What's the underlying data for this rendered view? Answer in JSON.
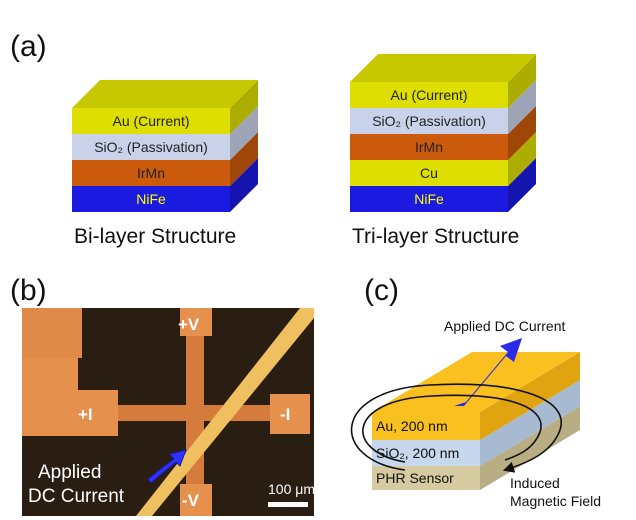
{
  "panel_a": {
    "label": "(a)",
    "bilayer": {
      "caption": "Bi-layer Structure",
      "layers": [
        {
          "label": "Au (Current)",
          "color": "#dede00",
          "text_color": "#222222"
        },
        {
          "label": "SiO₂ (Passivation)",
          "color": "#c8d2e8",
          "text_color": "#222222"
        },
        {
          "label": "IrMn",
          "color": "#cc5a0c",
          "text_color": "#222222"
        },
        {
          "label": "NiFe",
          "color": "#1a1ae0",
          "text_color": "#ffff00"
        }
      ]
    },
    "trilayer": {
      "caption": "Tri-layer Structure",
      "layers": [
        {
          "label": "Au (Current)",
          "color": "#dede00",
          "text_color": "#222222"
        },
        {
          "label": "SiO₂ (Passivation)",
          "color": "#c8d2e8",
          "text_color": "#222222"
        },
        {
          "label": "IrMn",
          "color": "#cc5a0c",
          "text_color": "#222222"
        },
        {
          "label": "Cu",
          "color": "#dede00",
          "text_color": "#222222"
        },
        {
          "label": "NiFe",
          "color": "#1a1ae0",
          "text_color": "#ffff00"
        }
      ]
    }
  },
  "panel_b": {
    "label": "(b)",
    "plus_v": "+V",
    "minus_v": "-V",
    "plus_i": "+I",
    "minus_i": "-I",
    "current_line1": "Applied",
    "current_line2": "DC Current",
    "scale_bar": "100 μm",
    "background_color": "#2a1d12",
    "pad_color": "#e6904e"
  },
  "panel_c": {
    "label": "(c)",
    "current_label": "Applied DC Current",
    "layers": [
      {
        "label": "Au, 200 nm",
        "color": "#f9c020"
      },
      {
        "label": "SiO₂, 200 nm",
        "color": "#c7d7ec"
      },
      {
        "label": "PHR Sensor",
        "color": "#d6caa0"
      }
    ],
    "field_line1": "Induced",
    "field_line2": "Magnetic Field"
  }
}
